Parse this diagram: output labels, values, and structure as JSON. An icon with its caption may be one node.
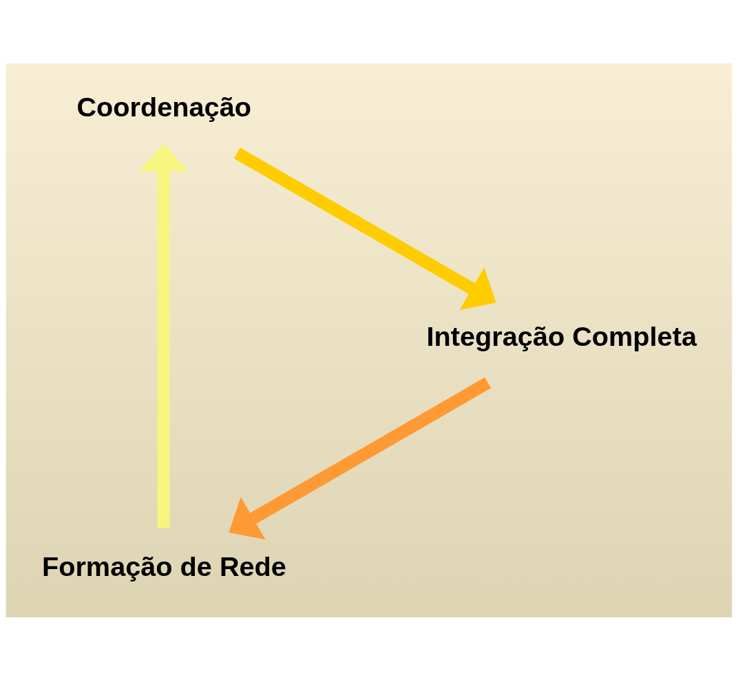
{
  "diagram": {
    "nodes": [
      {
        "text": [
          "Formação de Rede"
        ]
      },
      {
        "text": [
          "Coordenação"
        ]
      },
      {
        "text": [
          "Integração Completa"
        ]
      }
    ],
    "edges": [
      {
        "from": 0,
        "to": 1,
        "arrow": "to",
        "color": "#f7f57f"
      },
      {
        "from": 1,
        "to": 2,
        "arrow": "to",
        "color": "#ffcc00"
      },
      {
        "from": 2,
        "to": 0,
        "arrow": "to",
        "color": "#ff9933"
      }
    ]
  }
}
